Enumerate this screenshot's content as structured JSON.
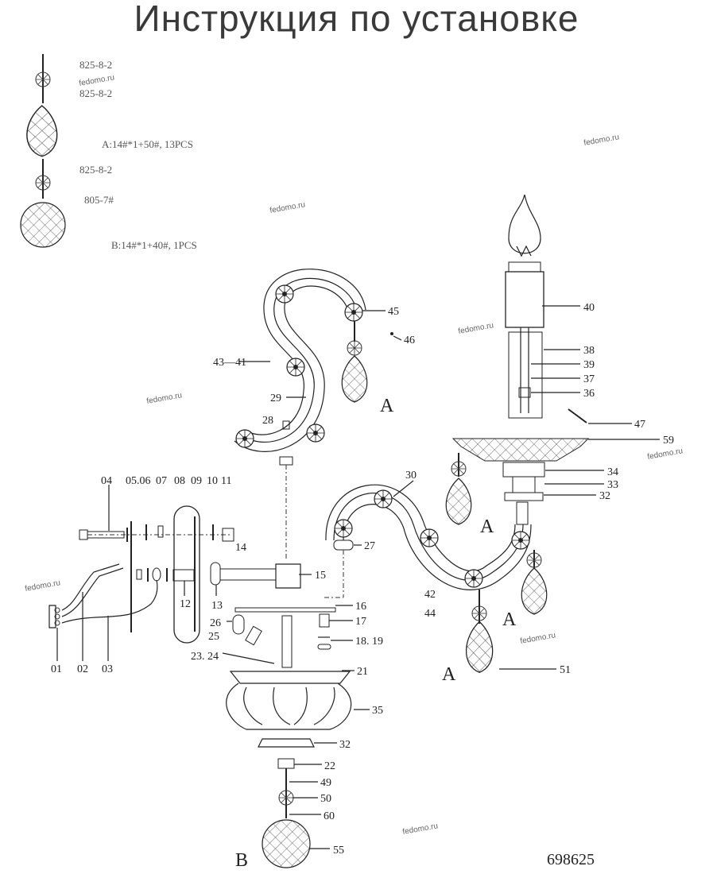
{
  "title": "Инструкция по установке",
  "legend": {
    "a_code_1": "825-8-2",
    "a_code_2": "825-8-2",
    "a_spec": "A:14#*1+50#, 13PCS",
    "b_code_1": "825-8-2",
    "b_code_2": "805-7#",
    "b_spec": "B:14#*1+40#, 1PCS"
  },
  "watermark": "fedomo.ru",
  "parts": {
    "p01": "01",
    "p02": "02",
    "p03": "03",
    "p04": "04",
    "p0506": "05.06",
    "p07": "07",
    "p08": "08",
    "p09": "09",
    "p10": "10",
    "p11": "11",
    "p12": "12",
    "p13": "13",
    "p14": "14",
    "p15": "15",
    "p16": "16",
    "p17": "17",
    "p1819": "18. 19",
    "p21": "21",
    "p22": "22",
    "p2324": "23. 24",
    "p25": "25",
    "p26": "26",
    "p27": "27",
    "p28": "28",
    "p29": "29",
    "p30": "30",
    "p32a": "32",
    "p32b": "32",
    "p33": "33",
    "p34": "34",
    "p35": "35",
    "p36": "36",
    "p37": "37",
    "p38": "38",
    "p39": "39",
    "p40": "40",
    "p4341": "43—41",
    "p42": "42",
    "p44": "44",
    "p45": "45",
    "p46": "46",
    "p47": "47",
    "p49": "49",
    "p50": "50",
    "p51": "51",
    "p55": "55",
    "p59": "59",
    "p60": "60"
  },
  "crystal_markers": {
    "a": "A",
    "b": "B"
  },
  "model_number": "698625"
}
